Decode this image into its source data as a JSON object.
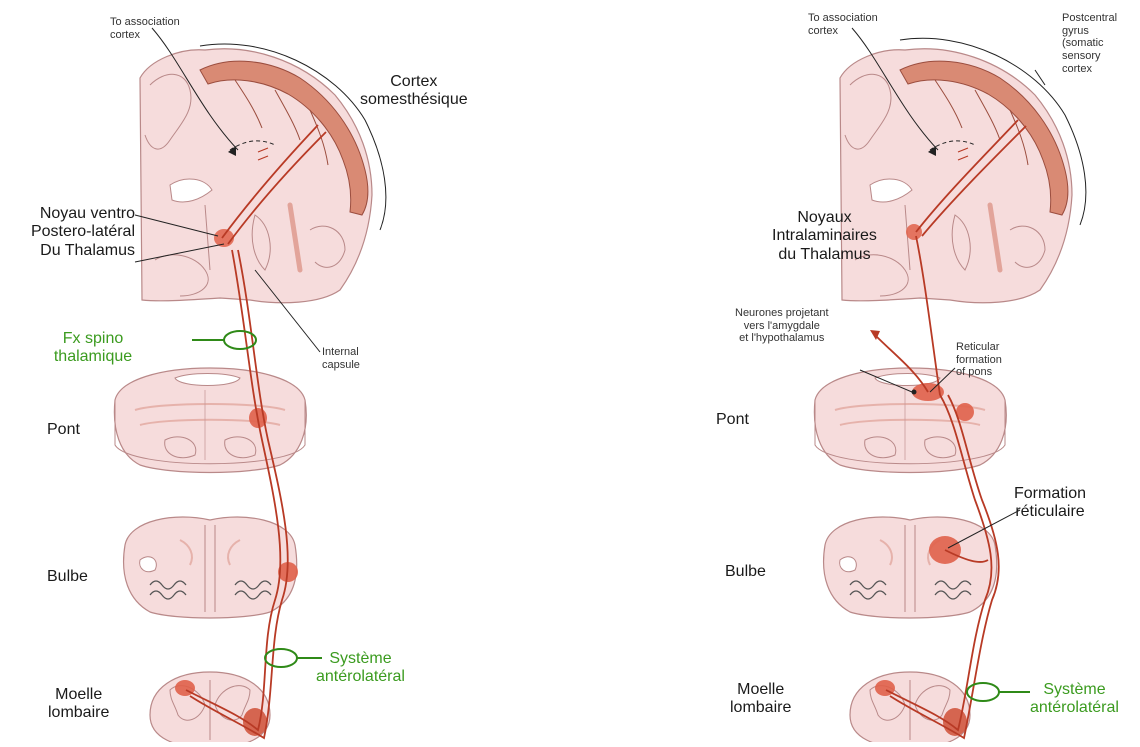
{
  "colors": {
    "tissue": "#f6dcdc",
    "tissue_line": "#b98989",
    "cortex_fill": "#d98a74",
    "cortex_line": "#9b4d3e",
    "tract": "#b83a25",
    "nucleus": "#e0614a",
    "green_label": "#3b9b1f",
    "green_ring": "#2f8a18"
  },
  "left_panel": {
    "assoc": "To association\ncortex",
    "cortex": "Cortex\nsomesthésique",
    "noyau": "Noyau ventro\nPostero-latéral\nDu Thalamus",
    "tract": "Fx spino\nthalamique",
    "capsule": "Internal\ncapsule",
    "pont": "Pont",
    "bulbe": "Bulbe",
    "systeme": "Système\nantérolatéral",
    "moelle": "Moelle\nlombaire"
  },
  "right_panel": {
    "assoc": "To association\ncortex",
    "gyrus": "Postcentral\ngyrus\n(somatic\nsensory\ncortex",
    "noyaux": "Noyaux\nIntralaminaires\ndu Thalamus",
    "neurones": "Neurones projetant\nvers l'amygdale\net l'hypothalamus",
    "reticular": "Reticular\nformation\nof pons",
    "pont": "Pont",
    "formation": "Formation\nréticulaire",
    "bulbe": "Bulbe",
    "systeme": "Système\nantérolatéral",
    "moelle": "Moelle\nlombaire"
  }
}
